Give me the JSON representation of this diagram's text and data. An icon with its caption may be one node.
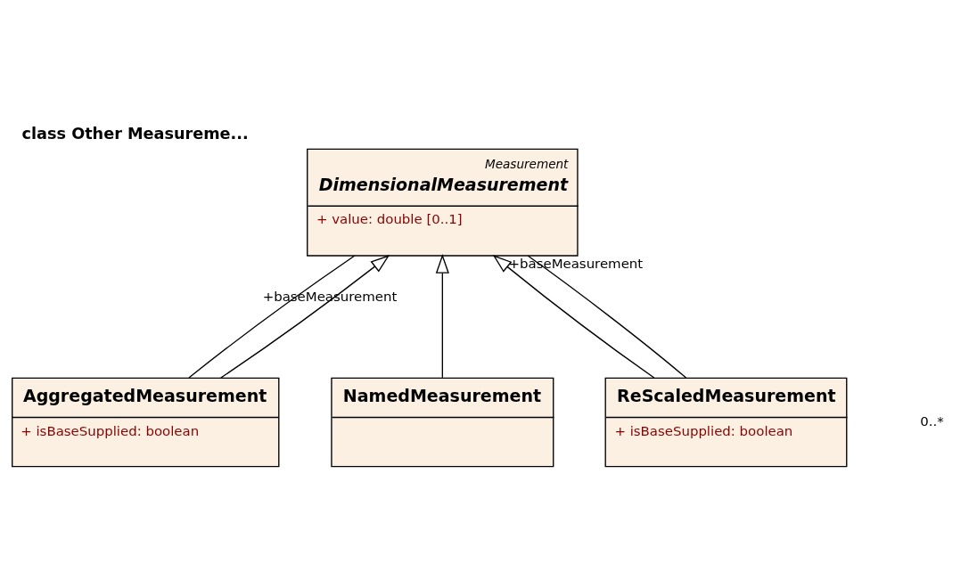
{
  "diagram": {
    "title": "class Other Measureme...",
    "nodes": [
      {
        "text": [
          "Measurement",
          "DimensionalMeasurement",
          "+ value: double [0..1]"
        ]
      },
      {
        "text": [
          "AggregatedMeasurement",
          "+ isBaseSupplied: boolean"
        ]
      },
      {
        "text": [
          "NamedMeasurement"
        ]
      },
      {
        "text": [
          "ReScaledMeasurement",
          "+ isBaseSupplied: boolean"
        ]
      }
    ],
    "edges": [
      {
        "from": 1,
        "to": 0,
        "arrow": "none",
        "label": "+baseMeasurement"
      },
      {
        "from": 1,
        "to": 0,
        "arrow": "to"
      },
      {
        "from": 2,
        "to": 0,
        "arrow": "to"
      },
      {
        "from": 3,
        "to": 0,
        "arrow": "to"
      },
      {
        "from": 3,
        "to": 0,
        "arrow": "none",
        "label": "+baseMeasurement"
      }
    ],
    "labels": [
      "0..*"
    ]
  }
}
